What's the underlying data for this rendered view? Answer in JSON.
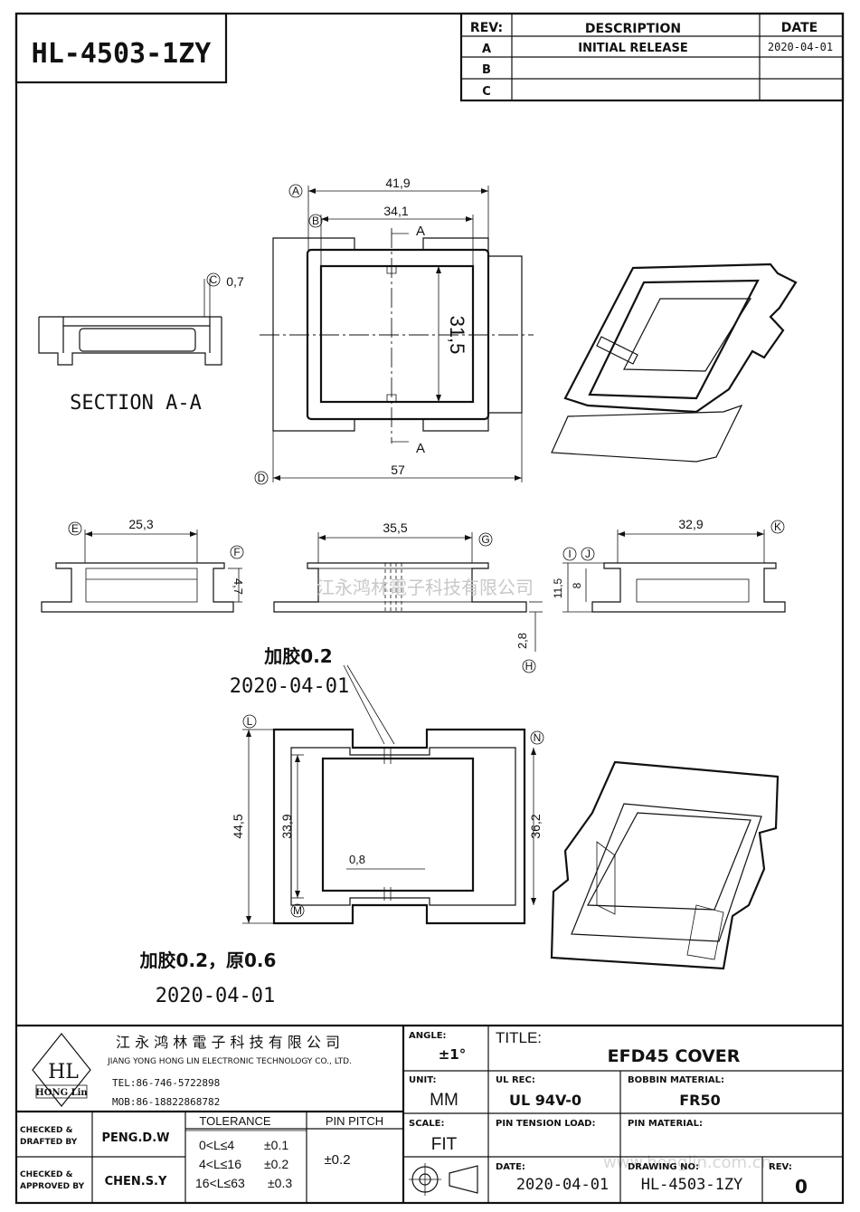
{
  "part_number": "HL-4503-1ZY",
  "revision_table": {
    "headers": [
      "REV:",
      "DESCRIPTION",
      "DATE"
    ],
    "rows": [
      {
        "rev": "A",
        "description": "INITIAL  RELEASE",
        "date": "2020-04-01"
      },
      {
        "rev": "B",
        "description": "",
        "date": ""
      },
      {
        "rev": "C",
        "description": "",
        "date": ""
      }
    ]
  },
  "dimensions": {
    "top_width_outer": "41,9",
    "top_width_inner": "34,1",
    "top_height_inner": "31,5",
    "top_width_total": "57",
    "wall_thickness": "0,7",
    "side_left_width": "25,3",
    "front_width": "35,5",
    "side_right_width": "32,9",
    "side_left_height": "4,7",
    "side_right_total": "11,5",
    "side_right_inner": "8",
    "base_thickness": "2,8",
    "bottom_height_outer": "44,5",
    "bottom_height_inner": "33,9",
    "bottom_height_mid": "36,2",
    "slot_width": "0,8"
  },
  "callouts": [
    "A",
    "B",
    "C",
    "D",
    "E",
    "F",
    "G",
    "H",
    "I",
    "J",
    "K",
    "L",
    "M",
    "N"
  ],
  "section_label": "SECTION A-A",
  "section_mark": "A",
  "annotations": {
    "note1_text": "加胶0.2",
    "note1_date": "2020-04-01",
    "note2_text": "加胶0.2，原0.6",
    "note2_date": "2020-04-01"
  },
  "watermark": "江永鸿林電子科技有限公司",
  "watermark_url": "www.honglin.com.cn",
  "title_block": {
    "company_cn": "江 永 鸿 林 電 子 科 技 有 限 公 司",
    "company_en": "JIANG YONG HONG LIN ELECTRONIC TECHNOLOGY CO., LTD.",
    "logo_text": "HL",
    "logo_sub": "HONG Lin",
    "tel": "TEL:86-746-5722898",
    "mob": "MOB:86-18822868782",
    "angle_label": "ANGLE:",
    "angle_value": "±1°",
    "title_label": "TITLE:",
    "title_value": "EFD45   COVER",
    "unit_label": "UNIT:",
    "unit_value": "MM",
    "ul_label": "UL REC:",
    "ul_value": "UL 94V-0",
    "bobbin_label": "BOBBIN MATERIAL:",
    "bobbin_value": "FR50",
    "scale_label": "SCALE:",
    "scale_value": "FIT",
    "pin_tension_label": "PIN TENSION LOAD:",
    "pin_material_label": "PIN MATERIAL:",
    "date_label": "DATE:",
    "date_value": "2020-04-01",
    "drawing_label": "DRAWING NO:",
    "drawing_value": "HL-4503-1ZY",
    "rev_label": "REV:",
    "rev_value": "0",
    "checked_drafted": "CHECKED &\nDRAFTED BY",
    "checked_drafted_l1": "CHECKED &",
    "checked_drafted_l2": "DRAFTED BY",
    "drafted_by": "PENG.D.W",
    "checked_approved_l1": "CHECKED &",
    "checked_approved_l2": "APPROVED BY",
    "approved_by": "CHEN.S.Y",
    "tolerance_label": "TOLERANCE",
    "tolerance_rows": [
      {
        "range": "0<L≤4",
        "value": "±0.1"
      },
      {
        "range": "4<L≤16",
        "value": "±0.2"
      },
      {
        "range": "16<L≤63",
        "value": "±0.3"
      }
    ],
    "pin_pitch_label": "PIN PITCH",
    "pin_pitch_value": "±0.2"
  },
  "colors": {
    "line": "#111111",
    "watermark": "#c8c8c8",
    "background": "#ffffff"
  }
}
